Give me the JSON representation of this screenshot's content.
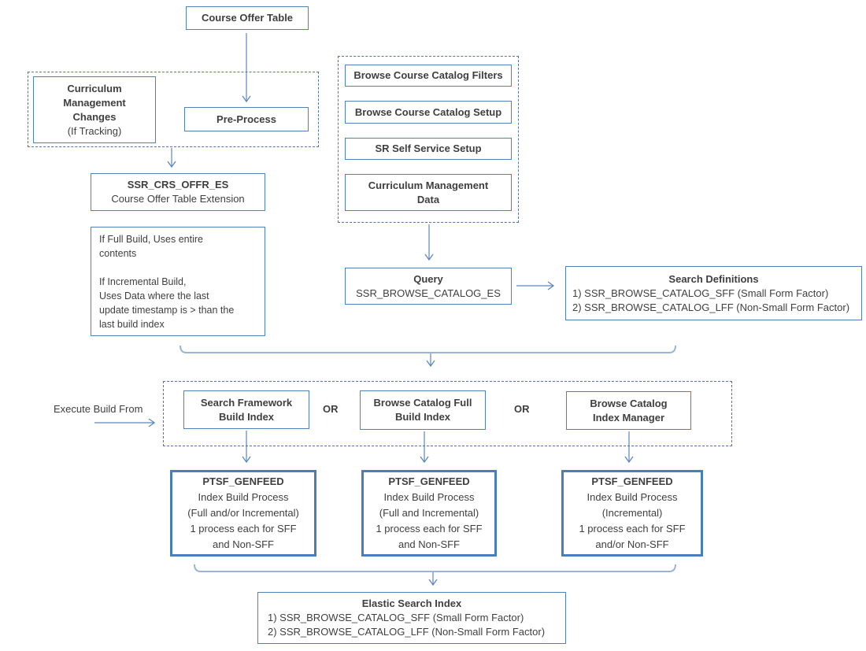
{
  "colors": {
    "box_border": "#4f81bd",
    "thick_border": "#4a7ebb",
    "arrow": "#5e87be",
    "bracket": "#9ab4d8",
    "text": "#3f3f3f"
  },
  "nodes": {
    "course_offer_table": {
      "label": "Course Offer Table"
    },
    "curriculum_changes": {
      "lines": [
        "Curriculum",
        "Management",
        "Changes"
      ],
      "note": "(If Tracking)"
    },
    "pre_process": {
      "label": "Pre-Process"
    },
    "ssr_crs_offr": {
      "title": "SSR_CRS_OFFR_ES",
      "subtitle": "Course Offer Table Extension"
    },
    "build_note": {
      "lines": [
        "If Full Build,  Uses entire",
        "contents",
        "",
        "If Incremental Build,",
        "Uses Data where the last",
        "update timestamp is > than the",
        "last build index"
      ]
    },
    "catalog_inputs": {
      "items": [
        "Browse Course Catalog Filters",
        "Browse Course Catalog Setup",
        "SR Self Service Setup"
      ],
      "last_item_lines": [
        "Curriculum Management",
        "Data"
      ]
    },
    "query": {
      "title": "Query",
      "subtitle": "SSR_BROWSE_CATALOG_ES"
    },
    "search_definitions": {
      "title": "Search Definitions",
      "lines": [
        "1) SSR_BROWSE_CATALOG_SFF  (Small Form Factor)",
        "2) SSR_BROWSE_CATALOG_LFF  (Non-Small Form Factor)"
      ]
    },
    "execute_label": "Execute Build From",
    "build_options": {
      "or1": "OR",
      "or2": "OR",
      "search_framework": [
        "Search Framework",
        "Build Index"
      ],
      "browse_catalog_full": [
        "Browse Catalog Full",
        "Build Index"
      ],
      "browse_catalog_manager": [
        "Browse Catalog",
        "Index Manager"
      ]
    },
    "ptsf_left": {
      "title": "PTSF_GENFEED",
      "lines": [
        "Index Build Process",
        "(Full and/or Incremental)",
        "1 process each for SFF",
        "and Non-SFF"
      ]
    },
    "ptsf_mid": {
      "title": "PTSF_GENFEED",
      "lines": [
        "Index Build Process",
        "(Full and Incremental)",
        "1 process each for SFF",
        "and Non-SFF"
      ]
    },
    "ptsf_right": {
      "title": "PTSF_GENFEED",
      "lines": [
        "Index Build Process",
        "(Incremental)",
        "1 process each for SFF",
        "and/or Non-SFF"
      ]
    },
    "elastic_index": {
      "title": "Elastic Search Index",
      "lines": [
        "1) SSR_BROWSE_CATALOG_SFF  (Small Form Factor)",
        "2) SSR_BROWSE_CATALOG_LFF  (Non-Small Form Factor)"
      ]
    }
  }
}
